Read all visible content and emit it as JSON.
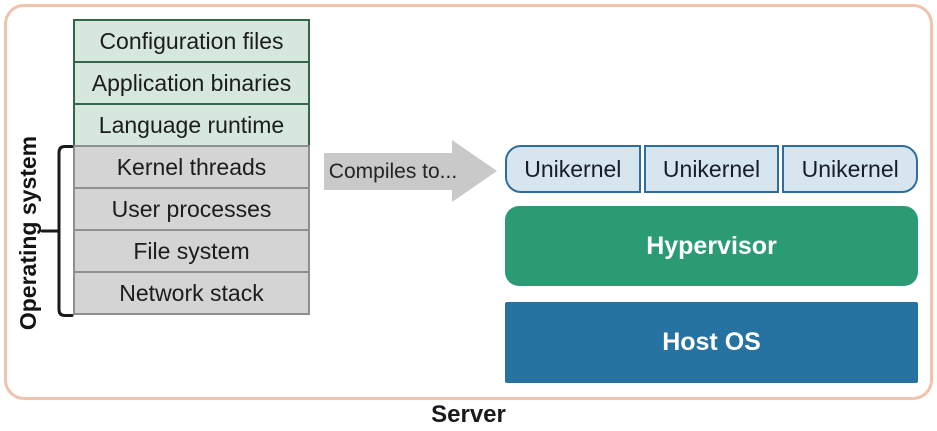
{
  "frame": {
    "server_label": "Server"
  },
  "os_stack": {
    "group_label": "Operating system",
    "layers": [
      {
        "label": "Configuration files",
        "type": "app"
      },
      {
        "label": "Application binaries",
        "type": "app"
      },
      {
        "label": "Language runtime",
        "type": "app"
      },
      {
        "label": "Kernel threads",
        "type": "os"
      },
      {
        "label": "User processes",
        "type": "os"
      },
      {
        "label": "File system",
        "type": "os"
      },
      {
        "label": "Network stack",
        "type": "os"
      }
    ]
  },
  "arrow": {
    "label": "Compiles to..."
  },
  "virtualization": {
    "unikernels": [
      "Unikernel",
      "Unikernel",
      "Unikernel"
    ],
    "hypervisor_label": "Hypervisor",
    "host_os_label": "Host OS"
  },
  "colors": {
    "frame-border": "#f2c3ac",
    "app-layer-fill": "#d6e8dd",
    "app-layer-border": "#33664a",
    "os-layer-fill": "#d4d4d4",
    "os-layer-border": "#8f8f8f",
    "arrow-fill": "#c9c9c9",
    "unikernel-fill": "#d7e5ee",
    "unikernel-border": "#2e6e9e",
    "hypervisor-fill": "#2a9b73",
    "host-os-fill": "#2673a1",
    "text-dark": "#1a1a1a",
    "text-light": "#ffffff"
  }
}
